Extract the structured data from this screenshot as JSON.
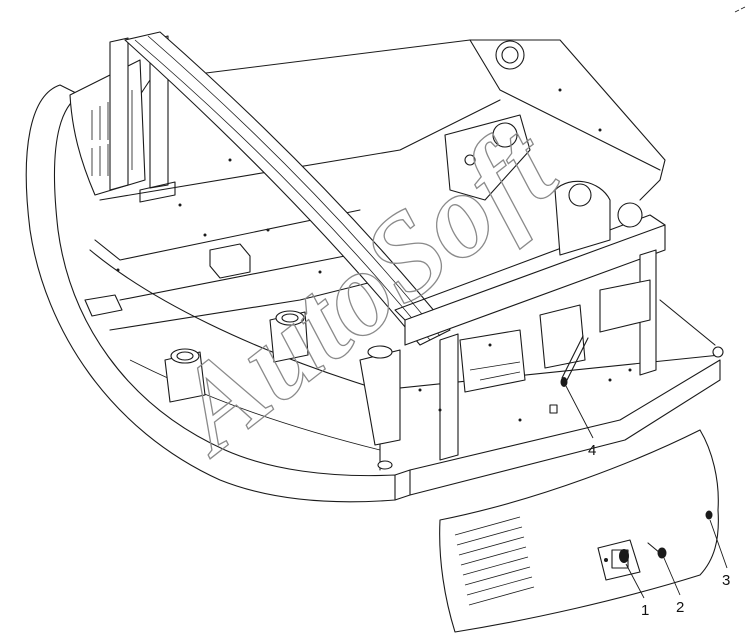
{
  "watermark": {
    "text": "AutoSoft"
  },
  "callouts": [
    {
      "id": "1",
      "label": "1"
    },
    {
      "id": "2",
      "label": "2"
    },
    {
      "id": "3",
      "label": "3"
    },
    {
      "id": "4",
      "label": "4"
    }
  ],
  "colors": {
    "line": "#1a1a1a",
    "background": "#ffffff",
    "watermark": "#8a8a8a"
  },
  "icons": {
    "switch": "rocker-switch-icon",
    "fastener": "screw-icon"
  }
}
